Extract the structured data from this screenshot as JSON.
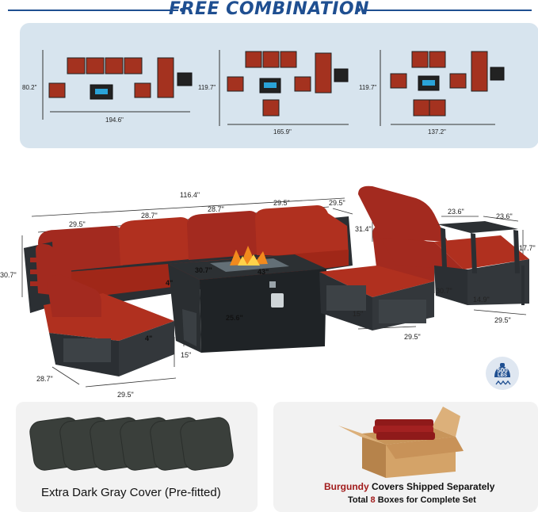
{
  "header": {
    "title": "FREE COMBINATION"
  },
  "combos": [
    {
      "height": "80.2\"",
      "width": "194.6\""
    },
    {
      "height": "119.7\"",
      "width": "165.9\""
    },
    {
      "height": "119.7\"",
      "width": "137.2\""
    }
  ],
  "dimensions": {
    "overall": "116.4\"",
    "seg1": "29.5\"",
    "seg2": "28.7\"",
    "seg3": "28.7\"",
    "seg4": "29.5\"",
    "side_depth": "29.5\"",
    "height_left": "30.7\"",
    "table_left": "30.7\"",
    "table_width": "43\"",
    "table_height": "25.6\"",
    "cushion_sofa": "4\"",
    "cushion_ottoman": "4\"",
    "ottoman_height": "15\"",
    "ottoman_depth": "28.7\"",
    "ottoman_width": "29.5\"",
    "chair_seat": "15\"",
    "chair_height": "30.7\"",
    "chair_width": "29.5\"",
    "lounger_back": "31.4\"",
    "table2_w": "23.6\"",
    "table2_d": "23.6\"",
    "table2_h": "17.7\"",
    "lounger_leg": "14.9\"",
    "lounger_width": "29.5\""
  },
  "badge": {
    "value": "500",
    "unit": "LBS"
  },
  "captions": {
    "cover": "Extra Dark Gray Cover (Pre-fitted)",
    "shipped_color": "Burgundy",
    "shipped_rest": " Covers Shipped Separately",
    "total_pre": "Total ",
    "total_num": "8",
    "total_post": " Boxes for Complete Set"
  },
  "colors": {
    "accent": "#1f4f91",
    "cushion": "#a32a1f",
    "frame": "#2b2f33",
    "burgundy": "#a11b1b"
  }
}
